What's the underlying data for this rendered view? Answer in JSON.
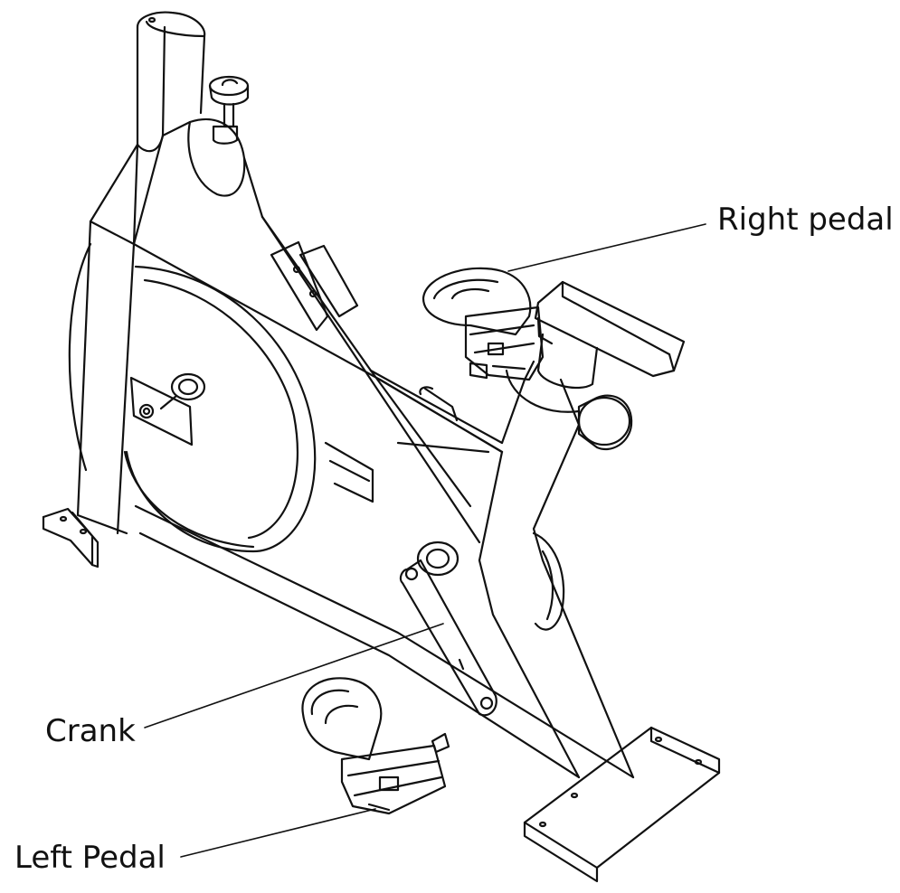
{
  "labels": {
    "right_pedal": "Right pedal",
    "crank": "Crank",
    "left_pedal": "Left Pedal"
  },
  "colors": {
    "line": "#111111",
    "background": "#ffffff"
  }
}
